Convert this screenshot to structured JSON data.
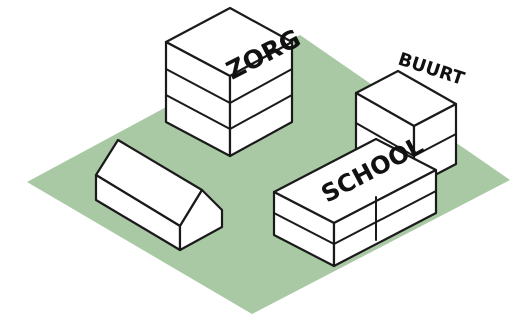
{
  "labels": {
    "zorg": "ZORG",
    "buurt": "BUURT",
    "school": "SCHOOL"
  },
  "colors": {
    "ground": "#a9c9a4",
    "building": "#ffffff",
    "outline": "#1a1a1a",
    "text": "#111111"
  }
}
